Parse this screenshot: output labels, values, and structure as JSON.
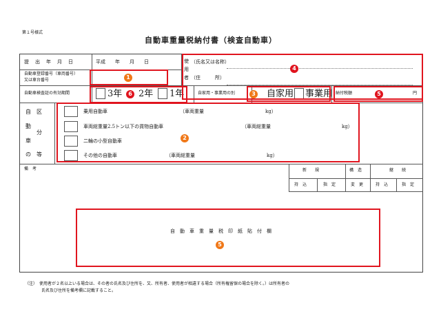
{
  "form_number": "第１号様式",
  "title": "自動車重量税納付書（検査自動車）",
  "header": {
    "submission_date_label": "提　出　年　月　日",
    "era_date": "平成　　年　　月　　日",
    "user_label": "使用者",
    "name_label": "（氏名又は名称）",
    "address_label": "（住　　　所）"
  },
  "vehicle_number_label_1": "自動車登録番号（車両番号）",
  "vehicle_number_label_2": "又は車台番号",
  "validity": {
    "label": "自動車検査証の有効期間",
    "opt1": "3年",
    "opt2": "2年",
    "opt3": "1年"
  },
  "usage": {
    "label": "自家用・事業用の別",
    "private": "自家用",
    "business": "事業用"
  },
  "tax": {
    "label": "納付税額",
    "unit": "円"
  },
  "category": {
    "label_chars": [
      "自",
      "区",
      "動",
      "分",
      "車",
      "の",
      "等"
    ],
    "rows": [
      {
        "name": "乗用自動車",
        "weight_label": "（車両重量",
        "unit": "kg）"
      },
      {
        "name": "車両総重量2.5トン以下の貨物自動車",
        "weight_label": "（車両総重量",
        "unit": "kg）"
      },
      {
        "name": "二輪の小型自動車",
        "weight_label": "",
        "unit": ""
      },
      {
        "name": "その他の自動車",
        "weight_label": "（車両総重量",
        "unit": "kg）"
      }
    ]
  },
  "remarks_label": "備　考",
  "right_table": {
    "new": "新　　規",
    "structure": "構　造",
    "continue": "継　　続",
    "sub_new": [
      "持　込",
      "指　定"
    ],
    "sub_structure": "変　更",
    "sub_continue": [
      "持　込",
      "指　定"
    ]
  },
  "stamp_area": "自　動　車　重　量　税　印　紙　貼　付　欄",
  "note_1": "（注）　使用者が２名以上いる場合は、その者の氏名及び住所を、又、所有者、使用者が相違する場合（所有権留保の場合を除く。）は所有者の",
  "note_2": "氏名及び住所を備考欄に記載すること。",
  "badges": [
    "1",
    "2",
    "3",
    "4",
    "5",
    "5",
    "6"
  ],
  "colors": {
    "highlight": "#e0141e",
    "badge_orange": "#f07818",
    "badge_red": "#e0141e"
  }
}
